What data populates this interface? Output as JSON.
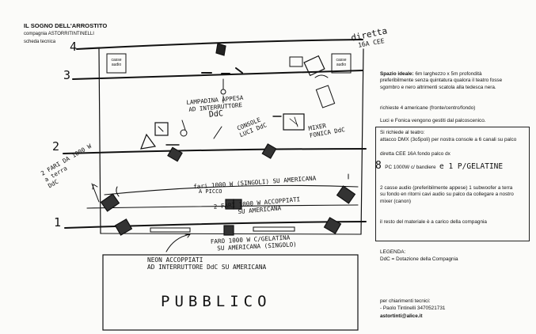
{
  "header": {
    "title": "IL SOGNO DELL'ARROSTITO",
    "company": "compagnia ASTORRITINTINELLI",
    "subtitle": "scheda tecnica"
  },
  "stage": {
    "bars": [
      "4",
      "3",
      "2",
      "1"
    ],
    "diretta_label": "diretta",
    "diretta_sub": "16A CEE",
    "speaker_label_left": "casse audio",
    "speaker_label_right": "casse audio",
    "audience_label": "PUBBLICO"
  },
  "annotations": {
    "lamp": [
      "LAMPADINA APPESA",
      "AD INTERRUTTORE",
      "DdC"
    ],
    "console": [
      "CONSOLE",
      "LUCI DdC"
    ],
    "mixer": [
      "MIXER",
      "FONICA DdC"
    ],
    "fari_side": [
      "2 FARI DA 1000 W",
      "a terra",
      "DdC"
    ],
    "fari_1000_singoli": "fari 1000 W (SINGOLI) SU AMERICANA",
    "a_picco": "A PICCO",
    "fari_accoppiati": [
      "2 FARI 1000 W ACCOPPIATI",
      "SU AMERICANA"
    ],
    "faro_gelatina": [
      "FARO 1000 W C/GELATINA",
      "SU AMERICANA (SINGOLO)"
    ],
    "neon": [
      "NEON ACCOPPIATI",
      "AD INTERRUTTORE DdC SU AMERICANA"
    ]
  },
  "notes": {
    "spazio_title": "Spazio ideale:",
    "spazio_text": " 6m larghezzo x 5m profondità preferibilmente senza quintatura qualora il teatro fosse sgombro e nero altrimenti scatola alla tedesca nera.",
    "americane": "richieste 4 americane (fronte/centro/fondo)",
    "luci_fonica": "Luci e Fonica vengono gestiti dal palcoscenico.",
    "richiede": "Si richiede al teatro:",
    "attacco": "attacco DMX (3o5poli) per nostra console a 6 canali su palco",
    "diretta_cee": "diretta CEE 16A fondo palco dx",
    "pc_num": "8",
    "pc_text": "PC 1000W c/  bandiere",
    "pc_hand": "e 1 P/GELATINE",
    "casse": "2 casse audio (preferibilmente appese) 1 subwoofer a terra su fondo en ritorni cavi audio su palco da collegare a nostro mixer (canon)",
    "materiale": "il resto del materiale è a carico della compagnia",
    "legenda_title": "LEGENDA:",
    "legenda_text": "DdC = Dotazione della Compagnia",
    "chiarimenti": "per chiarimenti tecnici:",
    "contatto": "- Paolo Tintinelli 3470521731",
    "email": "astortinti@alice.it"
  }
}
